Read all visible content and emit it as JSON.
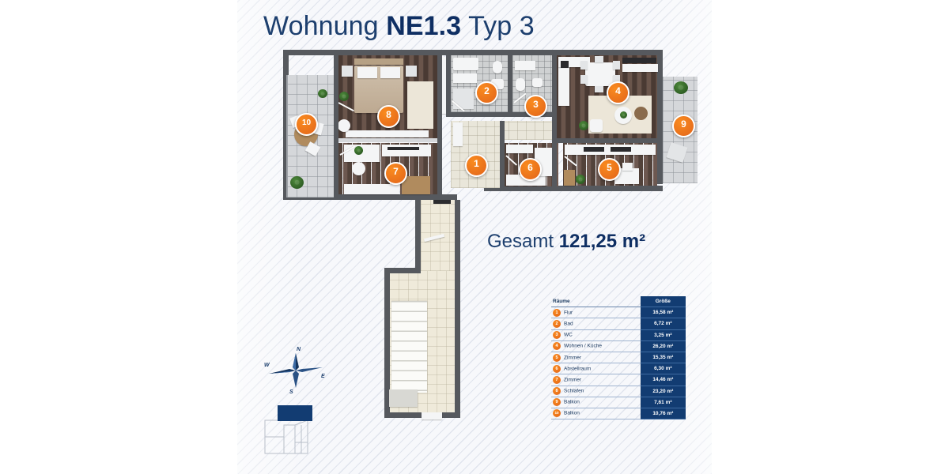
{
  "header": {
    "title_prefix": "Wohnung ",
    "title_unit": "NE1.3",
    "title_suffix": " Typ 3"
  },
  "total": {
    "label": "Gesamt ",
    "value": "121,25 m²"
  },
  "table": {
    "columns": [
      "Räume",
      "Größe"
    ],
    "rows": [
      {
        "num": "1",
        "room": "Flur",
        "size": "16,58 m²"
      },
      {
        "num": "2",
        "room": "Bad",
        "size": "6,72 m²"
      },
      {
        "num": "3",
        "room": "WC",
        "size": "3,25 m²"
      },
      {
        "num": "4",
        "room": "Wohnen / Küche",
        "size": "26,20 m²"
      },
      {
        "num": "5",
        "room": "Zimmer",
        "size": "15,35 m²"
      },
      {
        "num": "6",
        "room": "Abstellraum",
        "size": "6,30 m²"
      },
      {
        "num": "7",
        "room": "Zimmer",
        "size": "14,46 m²"
      },
      {
        "num": "8",
        "room": "Schlafen",
        "size": "23,20 m²"
      },
      {
        "num": "9",
        "room": "Balkon",
        "size": "7,61 m²"
      },
      {
        "num": "10",
        "room": "Balkon",
        "size": "10,76 m²"
      }
    ]
  },
  "plan_markers": [
    {
      "id": "1",
      "room": "Flur"
    },
    {
      "id": "2",
      "room": "Bad"
    },
    {
      "id": "3",
      "room": "WC"
    },
    {
      "id": "4",
      "room": "Wohnen / Küche"
    },
    {
      "id": "5",
      "room": "Zimmer"
    },
    {
      "id": "6",
      "room": "Abstellraum"
    },
    {
      "id": "7",
      "room": "Zimmer"
    },
    {
      "id": "8",
      "room": "Schlafen"
    },
    {
      "id": "9",
      "room": "Balkon"
    },
    {
      "id": "10",
      "room": "Balkon"
    }
  ],
  "compass": {
    "n": "N",
    "e": "E",
    "s": "S",
    "w": "W"
  },
  "colors": {
    "brand_blue": "#123c72",
    "title_blue": "#1d3f6e",
    "marker_orange": "#e2641a",
    "wall_dark": "#56595e",
    "panel_bg": "#f7f8fb"
  }
}
